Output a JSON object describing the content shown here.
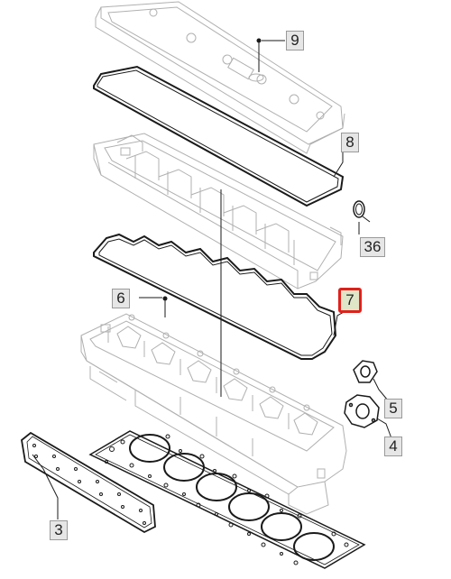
{
  "callouts": [
    {
      "id": "part-9",
      "label": "9",
      "selected": false
    },
    {
      "id": "part-8",
      "label": "8",
      "selected": false
    },
    {
      "id": "part-36",
      "label": "36",
      "selected": false
    },
    {
      "id": "part-7",
      "label": "7",
      "selected": true
    },
    {
      "id": "part-6",
      "label": "6",
      "selected": false
    },
    {
      "id": "part-5",
      "label": "5",
      "selected": false
    },
    {
      "id": "part-4",
      "label": "4",
      "selected": false
    },
    {
      "id": "part-3",
      "label": "3",
      "selected": false
    }
  ],
  "colors": {
    "line": "#1a1a1a",
    "part_outline": "#b0b0b0",
    "callout_bg": "#e6e6e6",
    "selected_border": "#e0201b",
    "selected_bg": "#dfe6c8"
  }
}
